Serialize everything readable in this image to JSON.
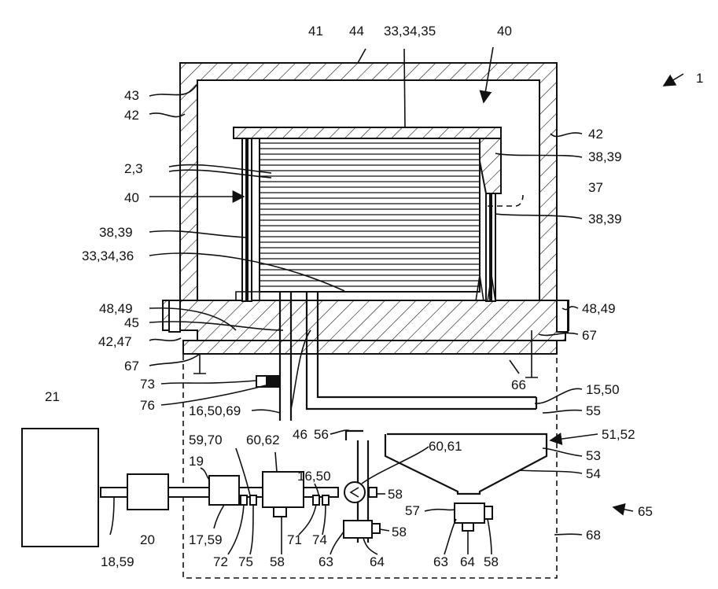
{
  "labels": {
    "l1": "1",
    "l41": "41",
    "l44": "44",
    "l33_34_35": "33,34,35",
    "l40_top": "40",
    "l43": "43",
    "l42_left": "42",
    "l42_right": "42",
    "l2_3": "2,3",
    "l38_39_r1": "38,39",
    "l40_left": "40",
    "l37": "37",
    "l38_39_r2": "38,39",
    "l38_39_left": "38,39",
    "l33_34_36": "33,34,36",
    "l48_49_left": "48,49",
    "l48_49_right": "48,49",
    "l45": "45",
    "l42_47": "42,47",
    "l67_right": "67",
    "l67_left": "67",
    "l66": "66",
    "l73": "73",
    "l15_50": "15,50",
    "l21": "21",
    "l76": "76",
    "l16_50_69": "16,50,69",
    "l55": "55",
    "l46": "46",
    "l56": "56",
    "l51_52": "51,52",
    "l59_70": "59,70",
    "l60_62": "60,62",
    "l60_61": "60,61",
    "l53": "53",
    "l19": "19",
    "l16_50": "16,50",
    "l54": "54",
    "l58_a": "58",
    "l57": "57",
    "l65": "65",
    "l20": "20",
    "l17_59": "17,59",
    "l71": "71",
    "l74": "74",
    "l58_b": "58",
    "l68": "68",
    "l18_59": "18,59",
    "l72": "72",
    "l75": "75",
    "l58_c": "58",
    "l63_a": "63",
    "l64_a": "64",
    "l63_b": "63",
    "l64_b": "64",
    "l58_d": "58"
  }
}
